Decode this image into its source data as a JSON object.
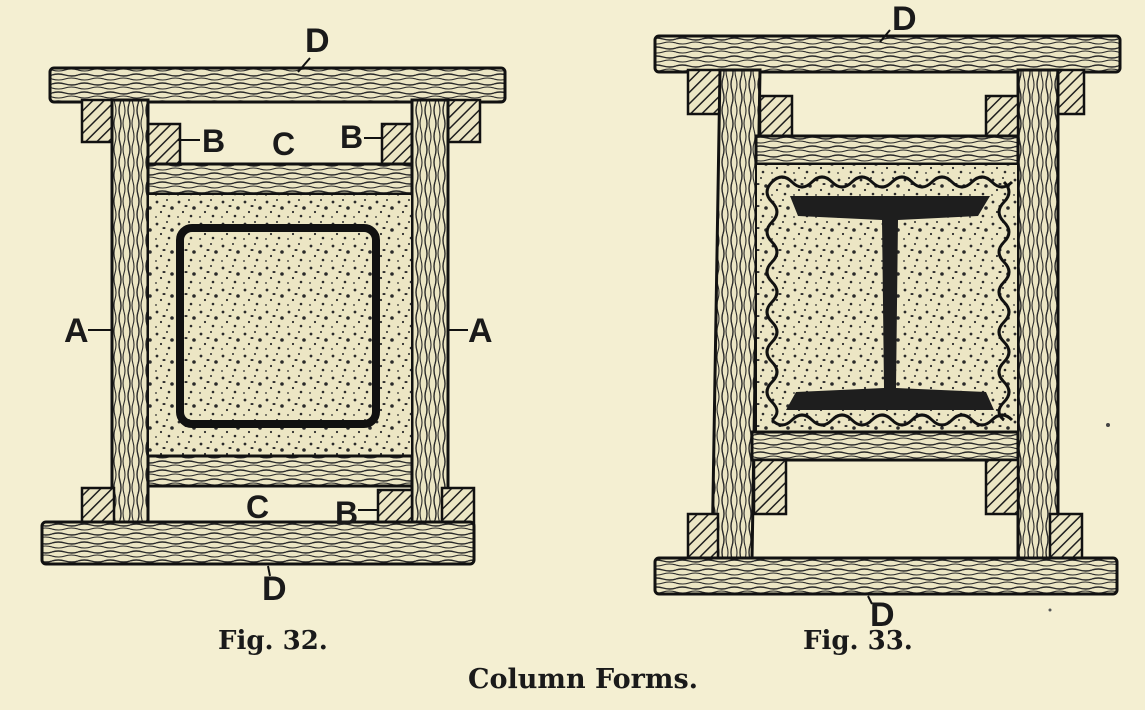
{
  "colors": {
    "paper": "#f4efd2",
    "ink": "#1a1a1a",
    "concrete": "#ece6c4"
  },
  "fig32": {
    "caption": "Fig. 32.",
    "labels": {
      "a_left": "A",
      "a_right": "A",
      "b_top_left": "B",
      "b_top_right": "B",
      "b_bottom": "B",
      "c_top": "C",
      "c_bottom": "C",
      "d_top": "D",
      "d_bottom": "D"
    }
  },
  "fig33": {
    "caption": "Fig. 33.",
    "labels": {
      "d_top": "D",
      "d_bottom": "D"
    }
  },
  "caption": "Column Forms."
}
